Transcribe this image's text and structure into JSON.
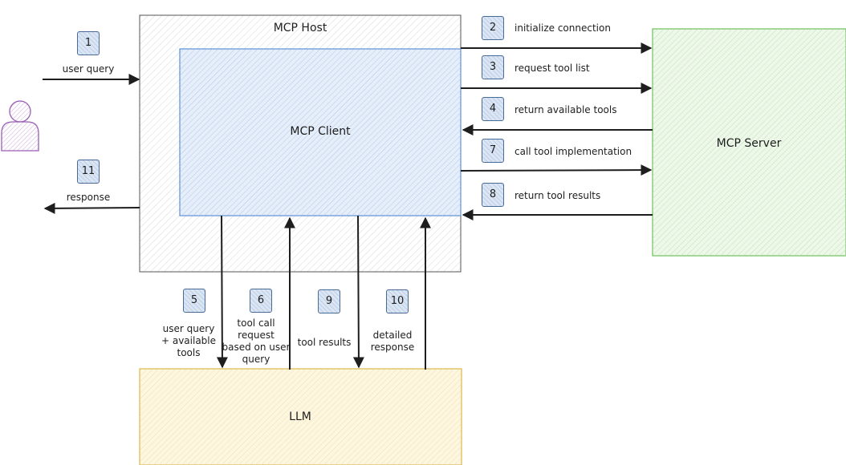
{
  "boxes": {
    "host": "MCP Host",
    "client": "MCP Client",
    "server": "MCP Server",
    "llm": "LLM"
  },
  "steps": [
    {
      "num": "1",
      "label": "user query"
    },
    {
      "num": "2",
      "label": "initialize connection"
    },
    {
      "num": "3",
      "label": "request tool list"
    },
    {
      "num": "4",
      "label": "return available tools"
    },
    {
      "num": "5",
      "label_lines": [
        "user query",
        "+ available",
        "tools"
      ]
    },
    {
      "num": "6",
      "label_lines": [
        "tool call",
        "request",
        "based on user",
        "query"
      ]
    },
    {
      "num": "7",
      "label": "call tool implementation"
    },
    {
      "num": "8",
      "label": "return tool results"
    },
    {
      "num": "9",
      "label": "tool results"
    },
    {
      "num": "10",
      "label_lines": [
        "detailed",
        "response"
      ]
    },
    {
      "num": "11",
      "label": "response"
    }
  ],
  "colors": {
    "host_border": "#555555",
    "client_border": "#5b8fd6",
    "client_fill": "#dce8f7",
    "server_border": "#6cbf5b",
    "server_fill": "#e7f4e1",
    "llm_border": "#d9b84a",
    "llm_fill": "#fbf3d5",
    "user_stroke": "#9c5fb5",
    "user_fill": "#ead8f1",
    "arrow": "#1e1e1e"
  },
  "icons": {
    "user": "user-person-icon"
  }
}
